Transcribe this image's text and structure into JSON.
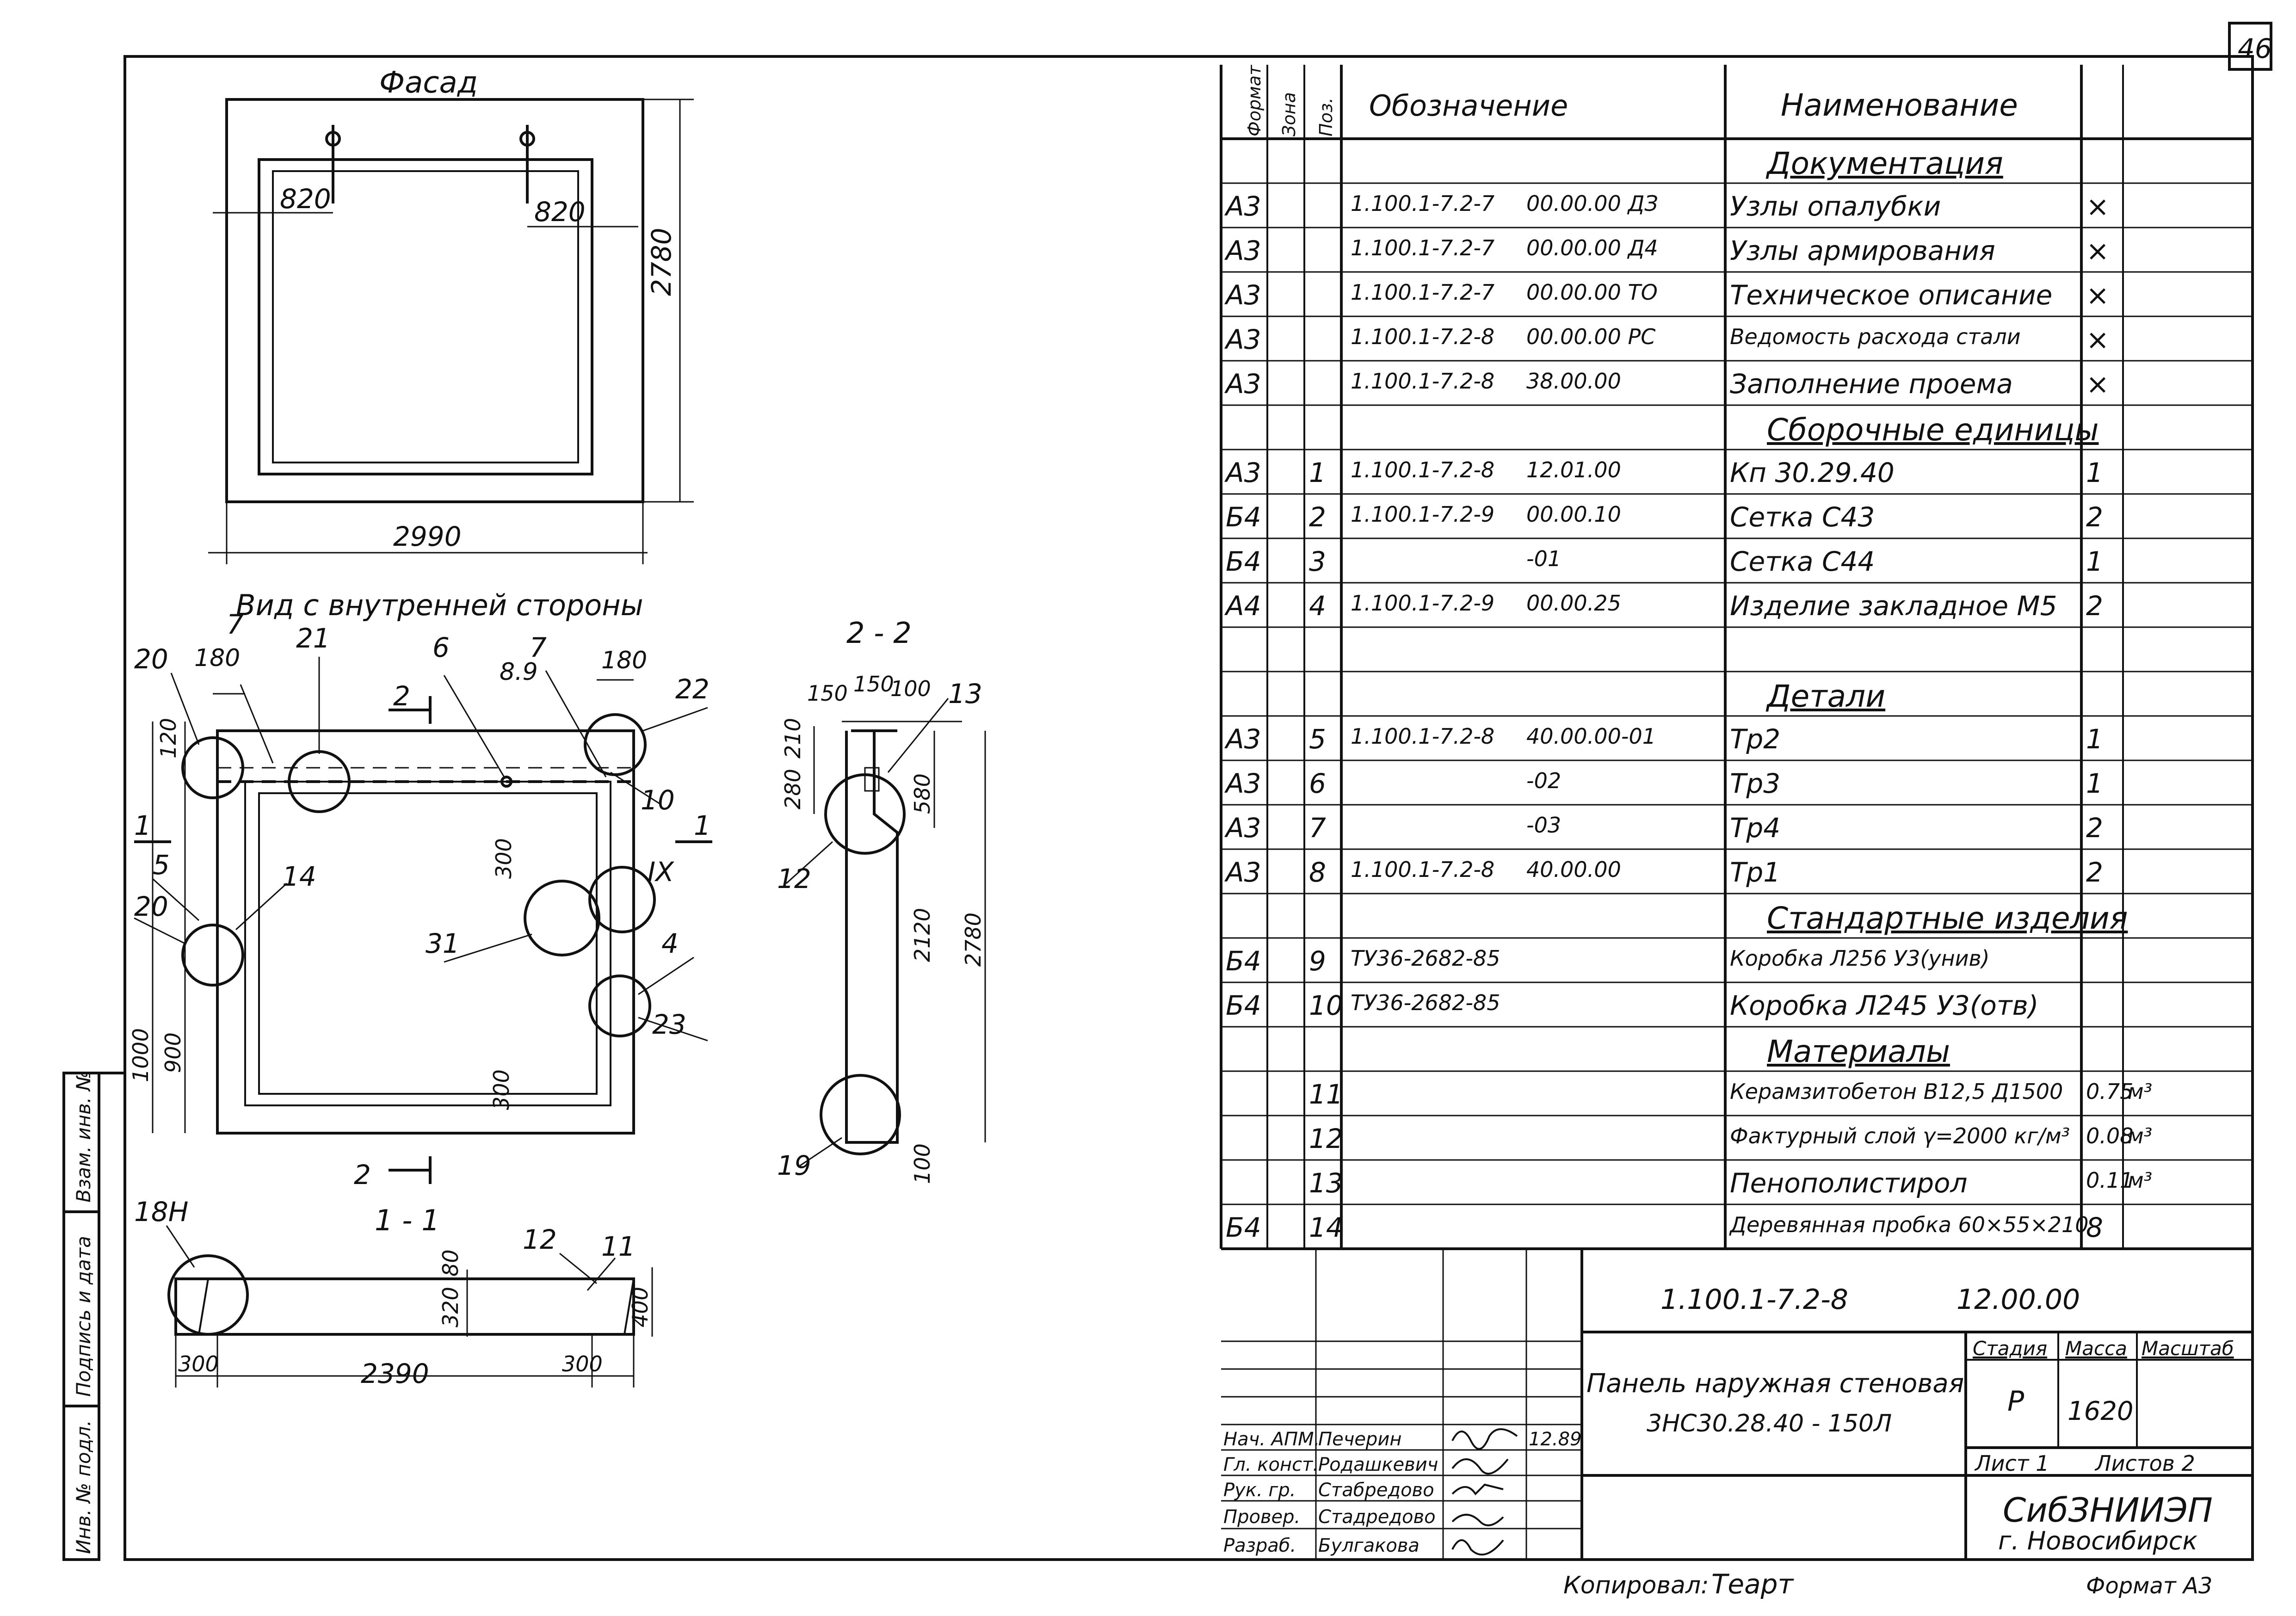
{
  "sheet": {
    "page_number": "46",
    "copied_by_label": "Копировал:",
    "copied_by_signature": "Теарт",
    "format_label": "Формат А3"
  },
  "drawing": {
    "facade_title": "Фасад",
    "facade_dims": {
      "left_offset": "820",
      "right_offset": "820",
      "height": "2780",
      "width": "2990"
    },
    "inner_view_title": "Вид с внутренней стороны",
    "inner_dims": [
      "180",
      "180",
      "120",
      "8.9",
      "300",
      "1000",
      "900",
      "300"
    ],
    "inner_callouts": [
      "20",
      "7",
      "21",
      "6",
      "7",
      "22",
      "10",
      "5",
      "14",
      "20",
      "31",
      "IX",
      "4",
      "23"
    ],
    "section_marks": {
      "two_top": "2",
      "two_bottom": "2",
      "one_left": "1",
      "one_right": "1"
    },
    "section_2_2_title": "2 - 2",
    "section_2_2_dims": [
      "150",
      "150",
      "100",
      "280",
      "210",
      "580",
      "2120",
      "2780",
      "100"
    ],
    "section_2_2_callouts": [
      "13",
      "12",
      "19"
    ],
    "section_1_1_title": "1 - 1",
    "section_1_1_dims": [
      "80",
      "320",
      "400",
      "300",
      "2390",
      "300"
    ],
    "section_1_1_callouts": [
      "18H",
      "12",
      "11"
    ]
  },
  "left_strip": {
    "labels": [
      "Инв. № подл.",
      "Подпись и дата",
      "Взам. инв. №"
    ]
  },
  "spec_table": {
    "headers": {
      "format": "Формат",
      "zone": "Зона",
      "pos": "Поз.",
      "designation": "Обозначение",
      "name": "Наименование"
    },
    "rows": [
      {
        "kind": "section",
        "name": "Документация"
      },
      {
        "kind": "item",
        "format": "А3",
        "pos": "",
        "designation": "1.100.1-7.2-7",
        "code": "00.00.00 ДЗ",
        "name": "Узлы опалубки",
        "qty": "×"
      },
      {
        "kind": "item",
        "format": "А3",
        "pos": "",
        "designation": "1.100.1-7.2-7",
        "code": "00.00.00 Д4",
        "name": "Узлы армирования",
        "qty": "×"
      },
      {
        "kind": "item",
        "format": "А3",
        "pos": "",
        "designation": "1.100.1-7.2-7",
        "code": "00.00.00 ТО",
        "name": "Техническое описание",
        "qty": "×"
      },
      {
        "kind": "item",
        "format": "А3",
        "pos": "",
        "designation": "1.100.1-7.2-8",
        "code": "00.00.00 РС",
        "name": "Ведомость расхода стали",
        "qty": "×"
      },
      {
        "kind": "item",
        "format": "А3",
        "pos": "",
        "designation": "1.100.1-7.2-8",
        "code": "38.00.00",
        "name": "Заполнение проема",
        "qty": "×"
      },
      {
        "kind": "section",
        "name": "Сборочные единицы"
      },
      {
        "kind": "item",
        "format": "А3",
        "pos": "1",
        "designation": "1.100.1-7.2-8",
        "code": "12.01.00",
        "name": "Кп 30.29.40",
        "qty": "1"
      },
      {
        "kind": "item",
        "format": "Б4",
        "pos": "2",
        "designation": "1.100.1-7.2-9",
        "code": "00.00.10",
        "name": "Сетка С43",
        "qty": "2"
      },
      {
        "kind": "item",
        "format": "Б4",
        "pos": "3",
        "designation": "",
        "code": "-01",
        "name": "Сетка С44",
        "qty": "1"
      },
      {
        "kind": "item",
        "format": "А4",
        "pos": "4",
        "designation": "1.100.1-7.2-9",
        "code": "00.00.25",
        "name": "Изделие закладное М5",
        "qty": "2"
      },
      {
        "kind": "blank"
      },
      {
        "kind": "section",
        "name": "Детали"
      },
      {
        "kind": "item",
        "format": "А3",
        "pos": "5",
        "designation": "1.100.1-7.2-8",
        "code": "40.00.00-01",
        "name": "Тр2",
        "qty": "1"
      },
      {
        "kind": "item",
        "format": "А3",
        "pos": "6",
        "designation": "",
        "code": "-02",
        "name": "Тр3",
        "qty": "1"
      },
      {
        "kind": "item",
        "format": "А3",
        "pos": "7",
        "designation": "",
        "code": "-03",
        "name": "Тр4",
        "qty": "2"
      },
      {
        "kind": "item",
        "format": "А3",
        "pos": "8",
        "designation": "1.100.1-7.2-8",
        "code": "40.00.00",
        "name": "Тр1",
        "qty": "2"
      },
      {
        "kind": "section",
        "name": "Стандартные изделия"
      },
      {
        "kind": "item",
        "format": "Б4",
        "pos": "9",
        "designation": "ТУ36-2682-85",
        "code": "",
        "name": "Коробка Л256 У3(унив)",
        "qty": ""
      },
      {
        "kind": "item",
        "format": "Б4",
        "pos": "10",
        "designation": "ТУ36-2682-85",
        "code": "",
        "name": "Коробка Л245 У3(отв)",
        "qty": ""
      },
      {
        "kind": "section",
        "name": "Материалы"
      },
      {
        "kind": "item",
        "format": "",
        "pos": "11",
        "designation": "",
        "code": "",
        "name": "Керамзитобетон В12,5 Д1500",
        "qty": "0.75",
        "unit": "м³"
      },
      {
        "kind": "item",
        "format": "",
        "pos": "12",
        "designation": "",
        "code": "",
        "name": "Фактурный слой γ=2000 кг/м³",
        "qty": "0.08",
        "unit": "м³"
      },
      {
        "kind": "item",
        "format": "",
        "pos": "13",
        "designation": "",
        "code": "",
        "name": "Пенополистирол",
        "qty": "0.11",
        "unit": "м³"
      },
      {
        "kind": "item",
        "format": "Б4",
        "pos": "14",
        "designation": "",
        "code": "",
        "name": "Деревянная пробка 60×55×210",
        "qty": "8"
      }
    ]
  },
  "title_block": {
    "doc_number": "1.100.1-7.2-8",
    "doc_code": "12.00.00",
    "title_line1": "Панель наружная стеновая",
    "title_line2": "3НС30.28.40 - 150Л",
    "stage_label": "Стадия",
    "mass_label": "Масса",
    "scale_label": "Масштаб",
    "stage_value": "Р",
    "mass_value": "1620",
    "sheet_label": "Лист 1",
    "sheets_label": "Листов 2",
    "org_name": "СибЗНИИЭП",
    "org_city": "г. Новосибирск",
    "signatures": [
      {
        "role": "Нач. АПМ.",
        "name": "Печерин",
        "date": "12.89"
      },
      {
        "role": "Гл. конст.",
        "name": "Родашкевич",
        "date": ""
      },
      {
        "role": "Рук. гр.",
        "name": "Стабредово",
        "date": ""
      },
      {
        "role": "Провер.",
        "name": "Стадредово",
        "date": ""
      },
      {
        "role": "Разраб.",
        "name": "Булгакова",
        "date": ""
      }
    ]
  }
}
